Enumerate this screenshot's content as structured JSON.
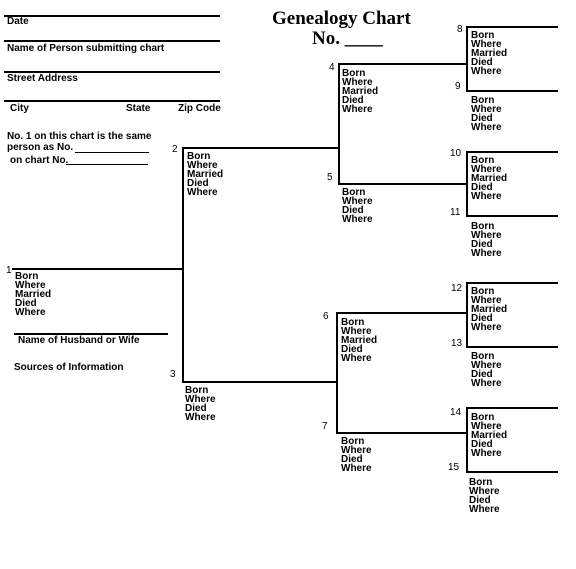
{
  "title": {
    "line1": "Genealogy Chart",
    "line2": "No. ____"
  },
  "header_fields": {
    "date": "Date",
    "submitter": "Name of Person submitting chart",
    "street": "Street Address",
    "city": "City",
    "state": "State",
    "zip": "Zip Code"
  },
  "same_person_note": {
    "line1": "No. 1 on this chart is the same",
    "line2": "person as No.",
    "line3": "on chart No."
  },
  "husband_wife_label": "Name of Husband or Wife",
  "sources_label": "Sources of Information",
  "field_labels": {
    "born": "Born",
    "where": "Where",
    "married": "Married",
    "died": "Died"
  },
  "persons": {
    "p1": "1",
    "p2": "2",
    "p3": "3",
    "p4": "4",
    "p5": "5",
    "p6": "6",
    "p7": "7",
    "p8": "8",
    "p9": "9",
    "p10": "10",
    "p11": "11",
    "p12": "12",
    "p13": "13",
    "p14": "14",
    "p15": "15"
  }
}
